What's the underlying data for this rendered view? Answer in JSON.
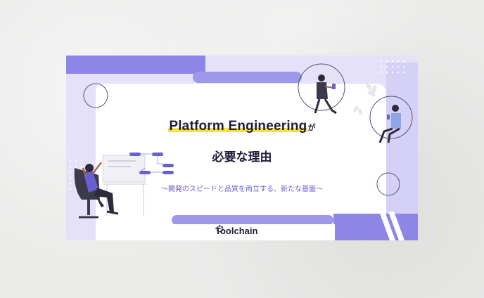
{
  "banner": {
    "title_highlight": "Platform Engineering",
    "title_particle": "が",
    "title_line2": "必要な理由",
    "subtitle": "〜開発のスピードと品質を両立する、新たな基盤〜",
    "brand": "Toolchain"
  },
  "colors": {
    "accent": "#8e86e6",
    "accent_light": "#cbc6f4",
    "highlight": "#f5e04a",
    "text_dark": "#1f1d3a",
    "subtitle": "#6a5fd0"
  }
}
